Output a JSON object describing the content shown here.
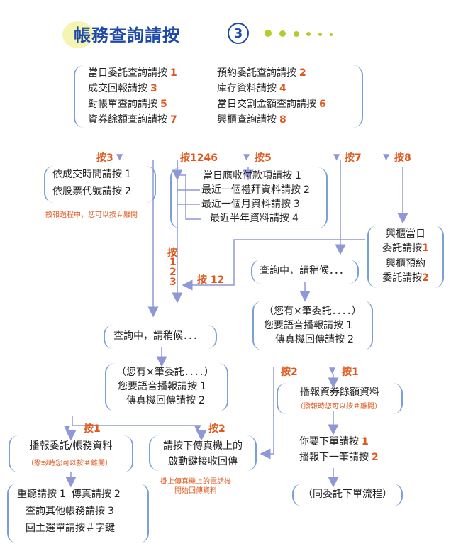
{
  "header": {
    "title": "帳務查詢請按",
    "number": "3"
  },
  "menu": {
    "left": [
      {
        "label": "當日委託查詢請按",
        "key": "1"
      },
      {
        "label": "成交回報請按",
        "key": "3"
      },
      {
        "label": "對帳單查詢請按",
        "key": "5"
      },
      {
        "label": "資券餘額查詢請按",
        "key": "7"
      }
    ],
    "right": [
      {
        "label": "預約委託查詢請按",
        "key": "2"
      },
      {
        "label": "庫存資料請按",
        "key": "4"
      },
      {
        "label": "當日交割金額查詢請按",
        "key": "6"
      },
      {
        "label": "興櫃查詢請按",
        "key": "8"
      }
    ]
  },
  "labels": {
    "press3": "按3",
    "press1246": "按1246",
    "press5": "按5",
    "press7": "按7",
    "press8": "按8",
    "press12": "按 12",
    "press123_a": "按",
    "press123_b": "1",
    "press123_c": "2",
    "press123_d": "3",
    "press1_left": "按1",
    "press2_left": "按2",
    "press2_right": "按2",
    "press1_right": "按1"
  },
  "branch3": {
    "rows": [
      {
        "label": "依成交時間請按",
        "key": "1"
      },
      {
        "label": "依股票代號請按",
        "key": "2"
      }
    ],
    "note": "撥報過程中，您可以按＃離開"
  },
  "branch5": {
    "rows": [
      {
        "label": "當日應收付款項請按",
        "key": "1"
      },
      {
        "label": "最近一個禮拜資料請按",
        "key": "2"
      },
      {
        "label": "最近一個月資料請按",
        "key": "3"
      },
      {
        "label": "最近半年資料請按",
        "key": "4"
      }
    ]
  },
  "branch8": {
    "rows": [
      {
        "l1": "興櫃當日",
        "l2": "委託請按",
        "key": "1"
      },
      {
        "l1": "興櫃預約",
        "l2": "委託請按",
        "key": "2"
      }
    ]
  },
  "waiting_right": "查詢中，請稍候．．．",
  "waiting_left": "查詢中，請稍候．．．",
  "choice_right": {
    "line1": "（您有×筆委託．．．．）",
    "rows": [
      {
        "label": "您要語音播報請按",
        "key": "1"
      },
      {
        "label": "傳真機回傳請按",
        "key": "2"
      }
    ]
  },
  "choice_left": {
    "line1": "（您有×筆委託．．．．）",
    "rows": [
      {
        "label": "您要語音播報請按",
        "key": "1"
      },
      {
        "label": "傳真機回傳請按",
        "key": "2"
      }
    ]
  },
  "broadcast_right": {
    "title": "播報資券餘額資料",
    "note": "（撥報時您可以按＃離開）"
  },
  "order_choice": {
    "rows": [
      {
        "label": "你要下單請按",
        "key": "1"
      },
      {
        "label": "播報下一筆請按",
        "key": "2"
      }
    ]
  },
  "order_flow": "（同委託下單流程）",
  "broadcast_left": {
    "title": "播報委託/帳務資料",
    "note": "（撥報時您可以按＃離開）"
  },
  "fax": {
    "line1": "請按下傳真機上的",
    "line2": "啟動鍵接收回傳",
    "note1": "掛上傳真機上的電話後",
    "note2": "開始回傳資料"
  },
  "final_menu": {
    "rows": [
      {
        "label": "重聽請按",
        "key": "1",
        "label2": "傳真請按",
        "key2": "2"
      },
      {
        "label": "查詢其他帳務請按",
        "key": "3"
      },
      {
        "label": "回主選單請按＃字鍵",
        "key": ""
      }
    ]
  },
  "colors": {
    "accent": "#e0561b",
    "title": "#1f4aa8",
    "line": "#8f98d6",
    "bracket": "#7aa0d8",
    "dots": "#b6cc2a"
  }
}
